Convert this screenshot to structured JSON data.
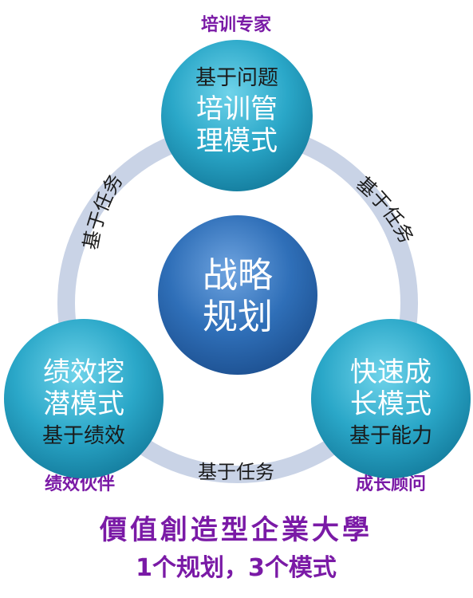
{
  "roles": {
    "top": "培训专家",
    "left": "绩效伙伴",
    "right": "成长顾问"
  },
  "center": {
    "line1": "战略",
    "line2": "规划"
  },
  "top_node": {
    "line1": "基于问题",
    "line2": "培训管",
    "line3": "理模式"
  },
  "left_node": {
    "line1": "绩效挖",
    "line2": "潜模式",
    "line3": "基于绩效"
  },
  "right_node": {
    "line1": "快速成",
    "line2": "长模式",
    "line3": "基于能力"
  },
  "paths": {
    "left_arc": "基于任务",
    "right_arc": "基于任务",
    "bottom_arc": "基于任务"
  },
  "footer": {
    "title": "價值創造型企業大學",
    "subtitle": "1个规划，3个模式"
  },
  "colors": {
    "node_fill": "#2aa7c8",
    "center_fill": "#2f6fb8",
    "ring": "#c9d3e6",
    "accent": "#7a1aa6"
  }
}
